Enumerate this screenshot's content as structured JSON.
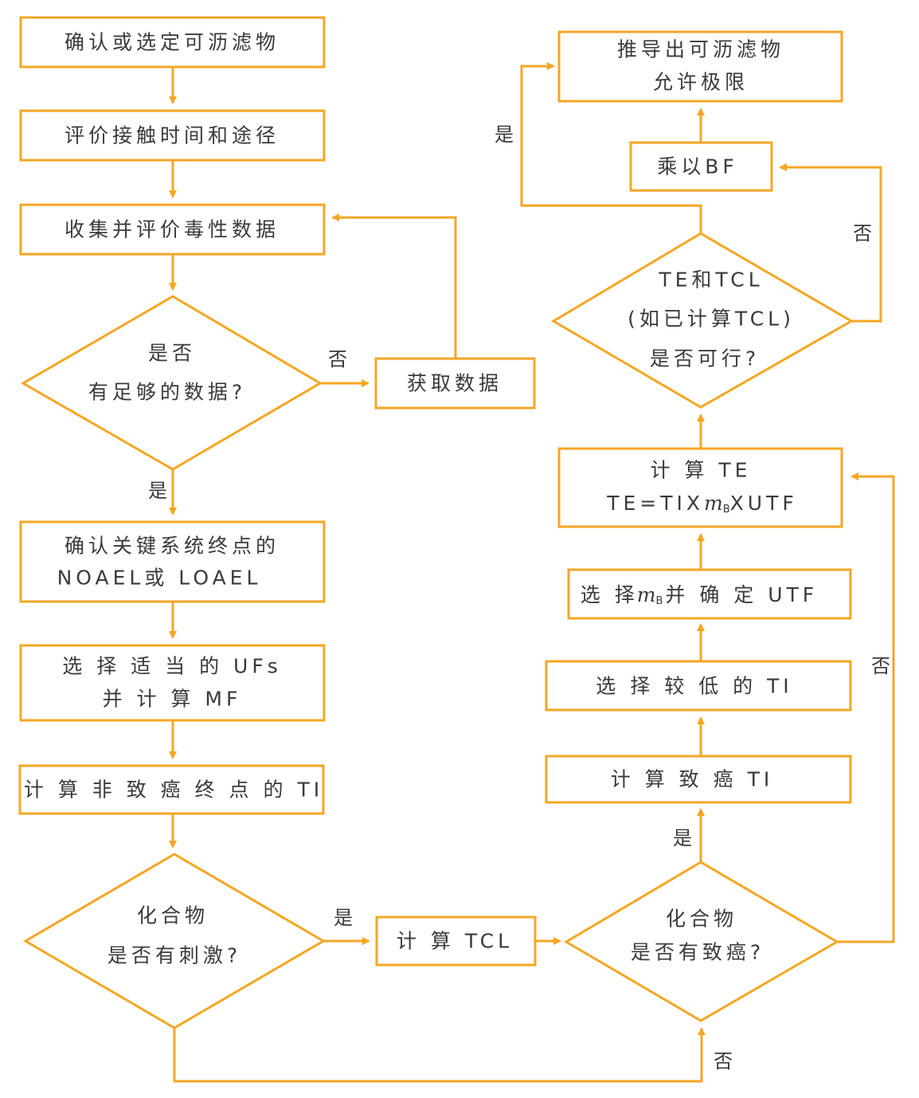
{
  "colors": {
    "stroke": "#F5A623",
    "text": "#3a3a3a",
    "background": "#ffffff"
  },
  "nodes": {
    "confirm_leachables": "确认或选定可沥滤物",
    "eval_contact": "评价接触时间和途径",
    "collect_tox": "收集并评价毒性数据",
    "enough_data_1": "是否",
    "enough_data_2": "有足够的数据?",
    "obtain_data": "获取数据",
    "critical_endpoint_1": "确认关键系统终点的",
    "critical_endpoint_2": "NOAEL或 LOAEL",
    "select_ufs_1": "选 择 适 当 的 UFs",
    "select_ufs_2": "并 计 算 MF",
    "calc_noncarc_ti": "计 算 非 致 癌 终 点 的 TI",
    "irritant_1": "化合物",
    "irritant_2": "是否有刺激?",
    "calc_tcl": "计 算 TCL",
    "carcinogen_1": "化合物",
    "carcinogen_2": "是否有致癌?",
    "calc_carc_ti": "计 算 致 癌 TI",
    "select_lower_ti": "选 择 较 低 的 TI",
    "select_mb_a": "选 择",
    "select_mb_m": "m",
    "select_mb_sub": "B",
    "select_mb_b": "并 确 定 UTF",
    "calc_te_1": "计 算 TE",
    "calc_te_2a": "TE=TIX",
    "calc_te_2m": "m",
    "calc_te_2sub": "B",
    "calc_te_2b": "XUTF",
    "te_tcl_1": "TE和TCL",
    "te_tcl_2": "(如已计算TCL)",
    "te_tcl_3": "是否可行?",
    "multiply_bf": "乘以BF",
    "derive_limit_1": "推导出可沥滤物",
    "derive_limit_2": "允许极限"
  },
  "labels": {
    "no_obtain": "否",
    "yes_data": "是",
    "yes_irritant": "是",
    "no_irritant": "否",
    "yes_carcinogen": "是",
    "no_carcinogen": "否",
    "yes_feasible": "是",
    "no_feasible": "否"
  }
}
